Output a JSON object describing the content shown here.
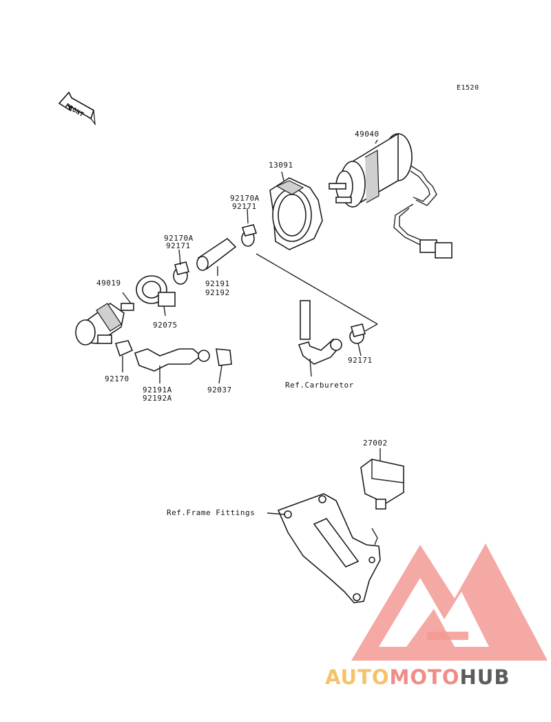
{
  "diagram_code": "E1520",
  "front_label": "FRONT",
  "parts": {
    "p49040": "49040",
    "p13091": "13091",
    "p92170A_1": "92170A",
    "p92171_1": "92171",
    "p92170A_2": "92170A",
    "p92171_2": "92171",
    "p49019": "49019",
    "p92191": "92191",
    "p92192": "92192",
    "p92075": "92075",
    "p92171_3": "92171",
    "p92170": "92170",
    "p92191A": "92191A",
    "p92192A": "92192A",
    "p92037": "92037",
    "p27002": "27002"
  },
  "refs": {
    "carburetor": "Ref.Carburetor",
    "frame_fittings": "Ref.Frame Fittings"
  },
  "watermark": {
    "part1": "AUTO",
    "part2": "MOTO",
    "part3": "HUB",
    "colors": {
      "auto": "#f5c26a",
      "moto": "#f08b86",
      "hub": "#5b5b5b"
    }
  }
}
